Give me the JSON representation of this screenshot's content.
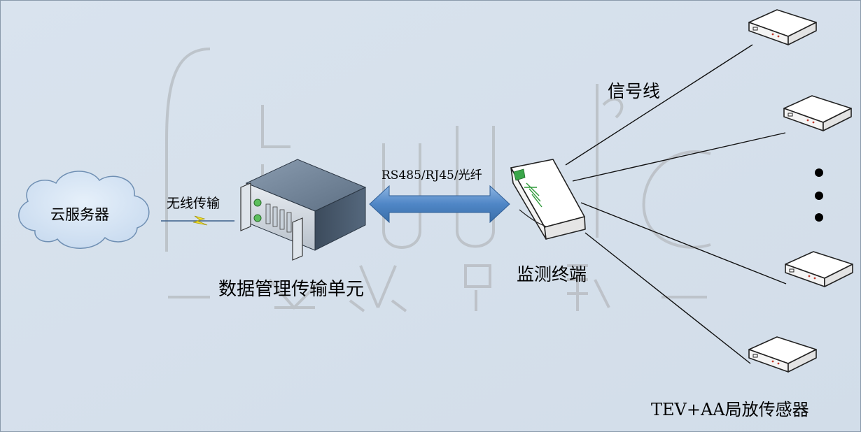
{
  "cloud_server": {
    "label": "云服务器"
  },
  "wireless_link": {
    "label": "无线传输"
  },
  "data_unit": {
    "label": "数据管理传输单元"
  },
  "comm_link": {
    "label": "RS485/RJ45/光纤"
  },
  "monitor_terminal": {
    "label": "监测终端"
  },
  "signal_line": {
    "label": "信号线"
  },
  "sensors": {
    "label": "TEV+AA局放传感器",
    "count_shown": 4,
    "ellipsis": "⋮"
  },
  "colors": {
    "background": "#d6e1ec",
    "cloud_fill": "#d2e2f4",
    "arrow": "#4f86c6",
    "server_body": "#4b5d71",
    "terminal_accent": "#2f9a3a"
  }
}
